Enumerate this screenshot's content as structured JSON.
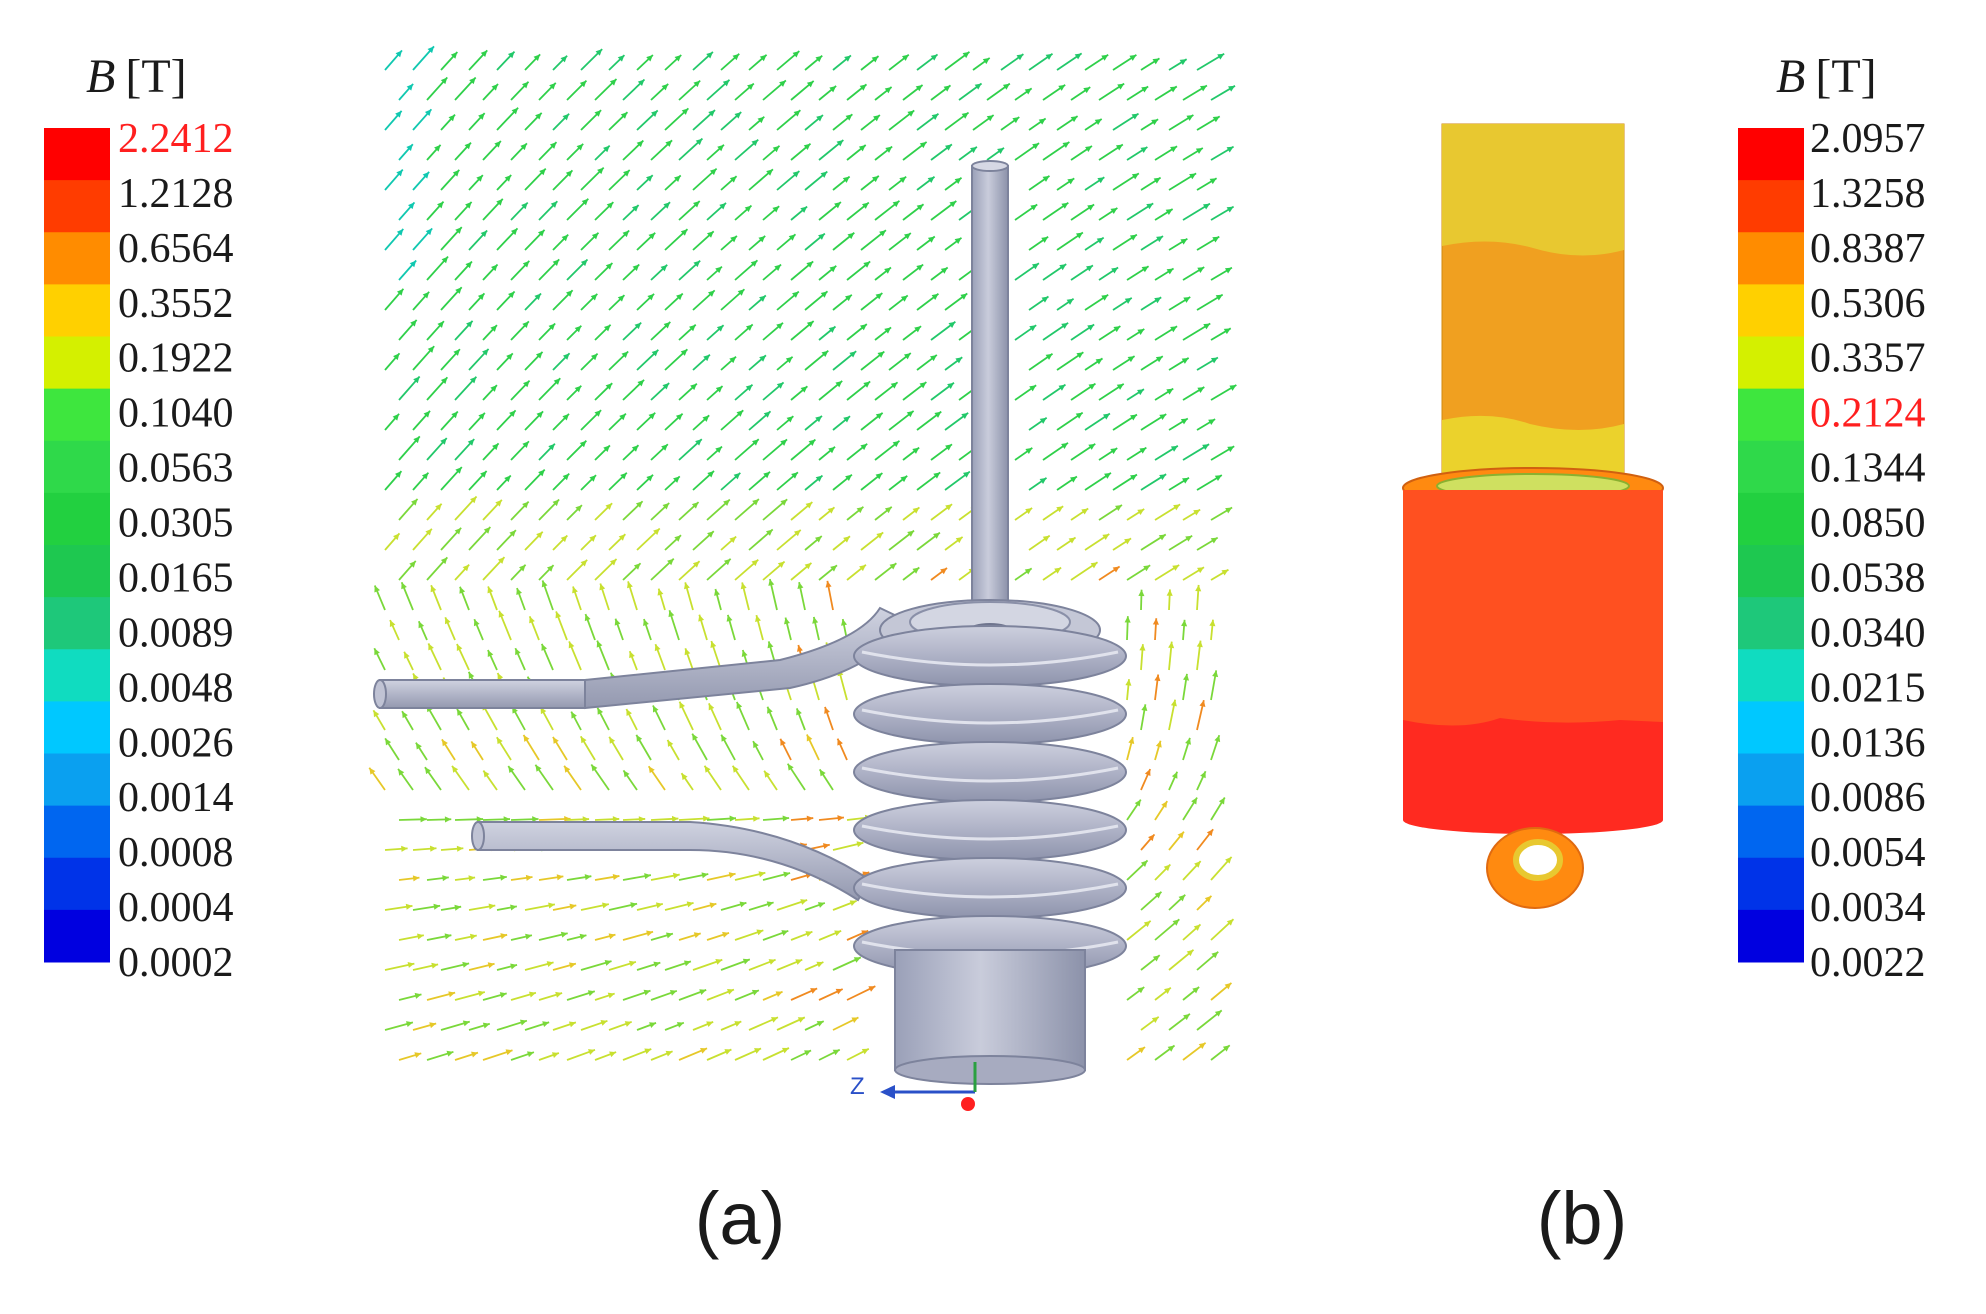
{
  "colorbar_a": {
    "title_symbol": "B",
    "title_unit": "[T]",
    "ticks": [
      "2.2412",
      "1.2128",
      "0.6564",
      "0.3552",
      "0.1922",
      "0.1040",
      "0.0563",
      "0.0305",
      "0.0165",
      "0.0089",
      "0.0048",
      "0.0026",
      "0.0014",
      "0.0008",
      "0.0004",
      "0.0002"
    ],
    "highlight_index": 0,
    "highlight_color": "#ff1f1f"
  },
  "colorbar_b": {
    "title_symbol": "B",
    "title_unit": "[T]",
    "ticks": [
      "2.0957",
      "1.3258",
      "0.8387",
      "0.5306",
      "0.3357",
      "0.2124",
      "0.1344",
      "0.0850",
      "0.0538",
      "0.0340",
      "0.0215",
      "0.0136",
      "0.0086",
      "0.0054",
      "0.0034",
      "0.0022"
    ],
    "highlight_index": 5,
    "highlight_color": "#ff1f1f"
  },
  "colorbar_bands": [
    "#ff0000",
    "#ff3c00",
    "#ff8c00",
    "#ffd000",
    "#d4f000",
    "#3ee63e",
    "#2fd94a",
    "#22d040",
    "#1ec850",
    "#1ec87a",
    "#10dcc0",
    "#00c8ff",
    "#0aa0f0",
    "#0066f0",
    "#0033e8",
    "#0000e0"
  ],
  "panel_a": {
    "label": "(a)",
    "axis_letter": "Z",
    "coil_color": "#b4b8cc",
    "vector_colors": [
      "#2fd04a",
      "#22c86a",
      "#7ad83a",
      "#c8e030",
      "#e6c828",
      "#f08a20",
      "#10c8b0"
    ]
  },
  "panel_b": {
    "label": "(b)",
    "upper_color": "#f0a020",
    "cap_color": "#e8c830",
    "lower_color": "#ff5020",
    "base_color": "#ff2a20",
    "ring_color": "#ff8a10"
  }
}
